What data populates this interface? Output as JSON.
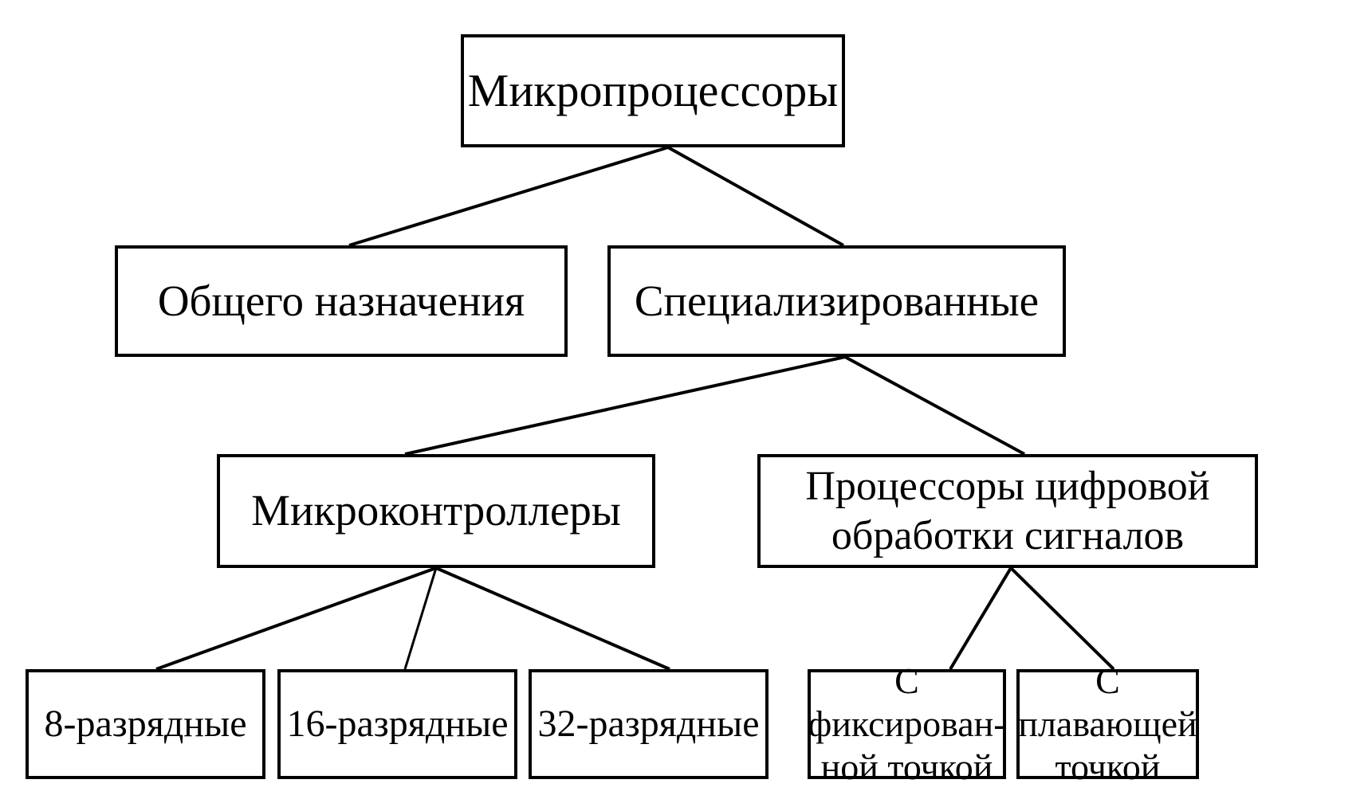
{
  "diagram": {
    "type": "tree",
    "orientation": "top-down",
    "title_node": "Микропроцессоры",
    "stroke_color": "#000000",
    "fill_color": "#ffffff",
    "nodes": [
      {
        "id": "root",
        "label": "Микропроцессоры",
        "level": 0
      },
      {
        "id": "general",
        "label": "Общего назначения",
        "level": 1
      },
      {
        "id": "special",
        "label": "Специализированные",
        "level": 1
      },
      {
        "id": "mcu",
        "label": "Микроконтроллеры",
        "level": 2
      },
      {
        "id": "dsp",
        "label": "Процессоры цифровой\nобработки сигналов",
        "level": 2
      },
      {
        "id": "b8",
        "label": "8-разрядные",
        "level": 3
      },
      {
        "id": "b16",
        "label": "16-разрядные",
        "level": 3
      },
      {
        "id": "b32",
        "label": "32-разрядные",
        "level": 3
      },
      {
        "id": "fixed",
        "label": "С фиксирован-\nной точкой",
        "level": 3
      },
      {
        "id": "float",
        "label": "С плавающей\nточкой",
        "level": 3
      }
    ],
    "edges": [
      {
        "from": "root",
        "to": "general"
      },
      {
        "from": "root",
        "to": "special"
      },
      {
        "from": "special",
        "to": "mcu"
      },
      {
        "from": "special",
        "to": "dsp"
      },
      {
        "from": "mcu",
        "to": "b8"
      },
      {
        "from": "mcu",
        "to": "b16"
      },
      {
        "from": "mcu",
        "to": "b32"
      },
      {
        "from": "dsp",
        "to": "fixed"
      },
      {
        "from": "dsp",
        "to": "float"
      }
    ]
  }
}
